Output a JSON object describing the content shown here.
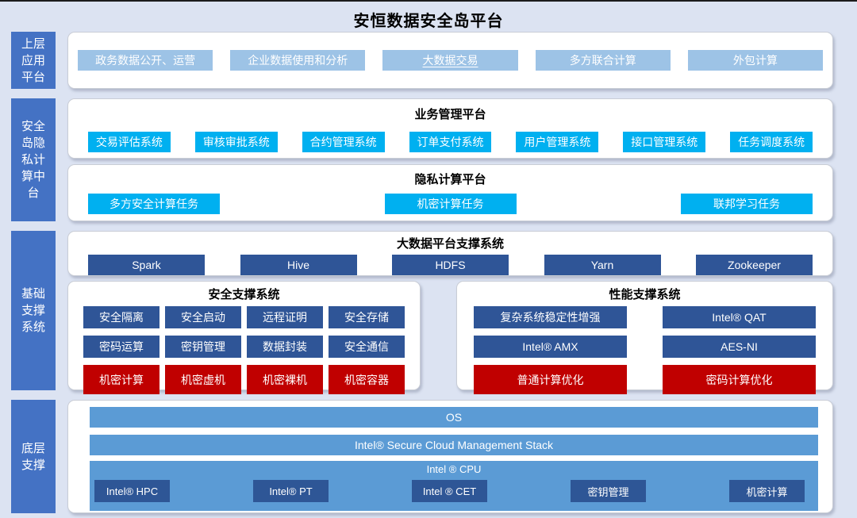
{
  "title": "安恒数据安全岛平台",
  "colors": {
    "background": "#DCE3F2",
    "sidebar_blue": "#4472C4",
    "light_blue_box": "#9DC3E6",
    "cyan_box": "#00B0F0",
    "dark_blue_box": "#2F5597",
    "red_box": "#C00000",
    "bar_blue": "#5B9BD5",
    "panel_white": "#FFFFFF"
  },
  "layers": {
    "app": {
      "sidebar": "上层\n应用\n平台",
      "items": [
        {
          "label": "政务数据公开、运营",
          "style": "light"
        },
        {
          "label": "企业数据使用和分析",
          "style": "light"
        },
        {
          "label": "大数据交易",
          "style": "light underline"
        },
        {
          "label": "多方联合计算",
          "style": "light"
        },
        {
          "label": "外包计算",
          "style": "light"
        }
      ]
    },
    "middle": {
      "sidebar": "安全\n岛隐\n私计\n算中\n台",
      "business": {
        "header": "业务管理平台",
        "items": [
          {
            "label": "交易评估系统",
            "style": "cyan"
          },
          {
            "label": "审核审批系统",
            "style": "cyan"
          },
          {
            "label": "合约管理系统",
            "style": "cyan"
          },
          {
            "label": "订单支付系统",
            "style": "cyan"
          },
          {
            "label": "用户管理系统",
            "style": "cyan"
          },
          {
            "label": "接口管理系统",
            "style": "cyan"
          },
          {
            "label": "任务调度系统",
            "style": "cyan"
          }
        ]
      },
      "privacy": {
        "header": "隐私计算平台",
        "items": [
          {
            "label": "多方安全计算任务",
            "style": "cyan"
          },
          {
            "label": "机密计算任务",
            "style": "cyan"
          },
          {
            "label": "联邦学习任务",
            "style": "cyan"
          }
        ]
      }
    },
    "foundation": {
      "sidebar": "基础\n支撑\n系统",
      "bigdata": {
        "header": "大数据平台支撑系统",
        "items": [
          {
            "label": "Spark",
            "style": "dark"
          },
          {
            "label": "Hive",
            "style": "dark"
          },
          {
            "label": "HDFS",
            "style": "dark"
          },
          {
            "label": "Yarn",
            "style": "dark"
          },
          {
            "label": "Zookeeper",
            "style": "dark"
          }
        ]
      },
      "security": {
        "header": "安全支撑系统",
        "items": [
          {
            "label": "安全隔离",
            "style": "dark"
          },
          {
            "label": "安全启动",
            "style": "dark"
          },
          {
            "label": "远程证明",
            "style": "dark"
          },
          {
            "label": "安全存储",
            "style": "dark"
          },
          {
            "label": "密码运算",
            "style": "dark"
          },
          {
            "label": "密钥管理",
            "style": "dark"
          },
          {
            "label": "数据封装",
            "style": "dark"
          },
          {
            "label": "安全通信",
            "style": "dark"
          },
          {
            "label": "机密计算",
            "style": "red"
          },
          {
            "label": "机密虚机",
            "style": "red"
          },
          {
            "label": "机密裸机",
            "style": "red"
          },
          {
            "label": "机密容器",
            "style": "red"
          }
        ]
      },
      "performance": {
        "header": "性能支撑系统",
        "items": [
          {
            "label": "复杂系统稳定性增强",
            "style": "dark"
          },
          {
            "label": "Intel® QAT",
            "style": "dark"
          },
          {
            "label": "Intel® AMX",
            "style": "dark"
          },
          {
            "label": "AES-NI",
            "style": "dark"
          },
          {
            "label": "普通计算优化",
            "style": "red"
          },
          {
            "label": "密码计算优化",
            "style": "red"
          }
        ]
      }
    },
    "bottom": {
      "sidebar": "底层\n支撑",
      "bars": {
        "os": "OS",
        "stack": "Intel® Secure Cloud Management Stack",
        "cpu": "Intel ® CPU"
      },
      "cpu_items": [
        {
          "label": "Intel® HPC",
          "style": "dark"
        },
        {
          "label": "Intel® PT",
          "style": "dark"
        },
        {
          "label": "Intel ® CET",
          "style": "dark"
        },
        {
          "label": "密钥管理",
          "style": "dark"
        },
        {
          "label": "机密计算",
          "style": "dark"
        }
      ]
    }
  }
}
